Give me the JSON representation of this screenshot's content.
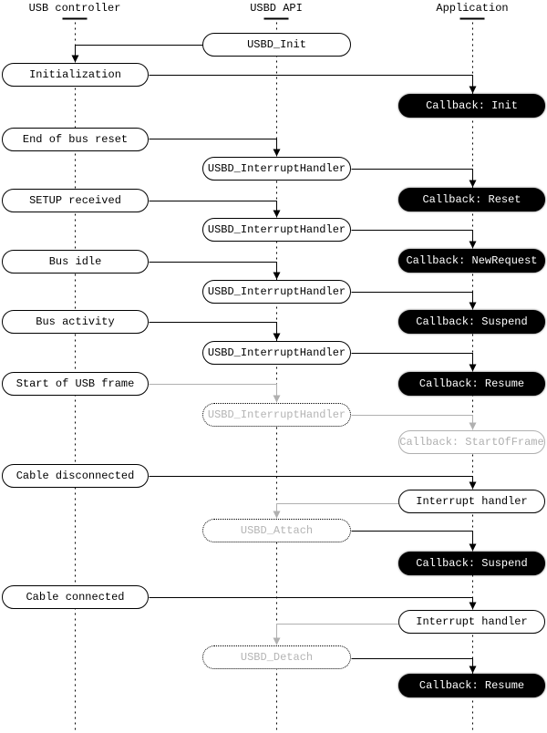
{
  "columns": {
    "usb_controller": {
      "title": "USB controller",
      "events": [
        "Initialization",
        "End of bus reset",
        "SETUP received",
        "Bus idle",
        "Bus activity",
        "Start of USB frame",
        "Cable disconnected",
        "Cable connected"
      ]
    },
    "usbd_api": {
      "title": "USBD API",
      "calls": [
        "USBD_Init",
        "USBD_InterruptHandler",
        "USBD_InterruptHandler",
        "USBD_InterruptHandler",
        "USBD_InterruptHandler",
        "USBD_InterruptHandler",
        "USBD_Attach",
        "USBD_Detach"
      ]
    },
    "application": {
      "title": "Application",
      "handlers": [
        "Callback: Init",
        "Callback: Reset",
        "Callback: NewRequest",
        "Callback: Suspend",
        "Callback: Resume",
        "Callback: StartOfFrame",
        "Interrupt handler",
        "Callback: Suspend",
        "Interrupt handler",
        "Callback: Resume"
      ]
    }
  },
  "colors": {
    "foreground": "#000000",
    "inactive_gray": "#b0b0b0",
    "callback_bg": "#000000",
    "callback_text": "#ffffff",
    "background": "#ffffff"
  }
}
